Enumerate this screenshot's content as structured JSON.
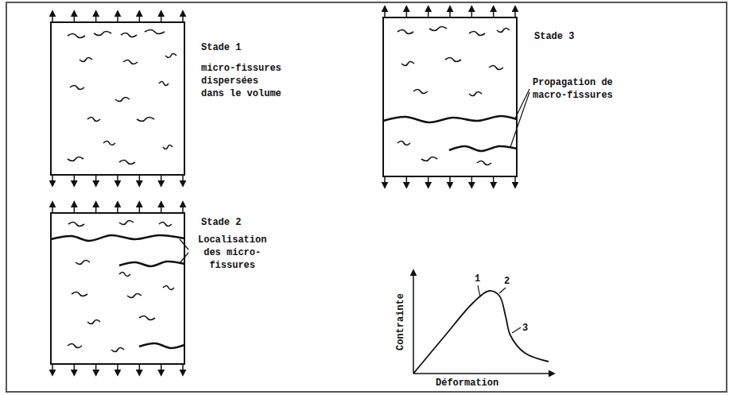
{
  "diagram": {
    "labels": [
      "Stade 1",
      "micro-fissures dispersées dans le volume",
      "Stade 2",
      "Localisation des micro-fissures",
      "Stade 3",
      "Propagation de macro-fissures",
      "Contrainte",
      "Déformation",
      "1",
      "2",
      "3"
    ]
  }
}
